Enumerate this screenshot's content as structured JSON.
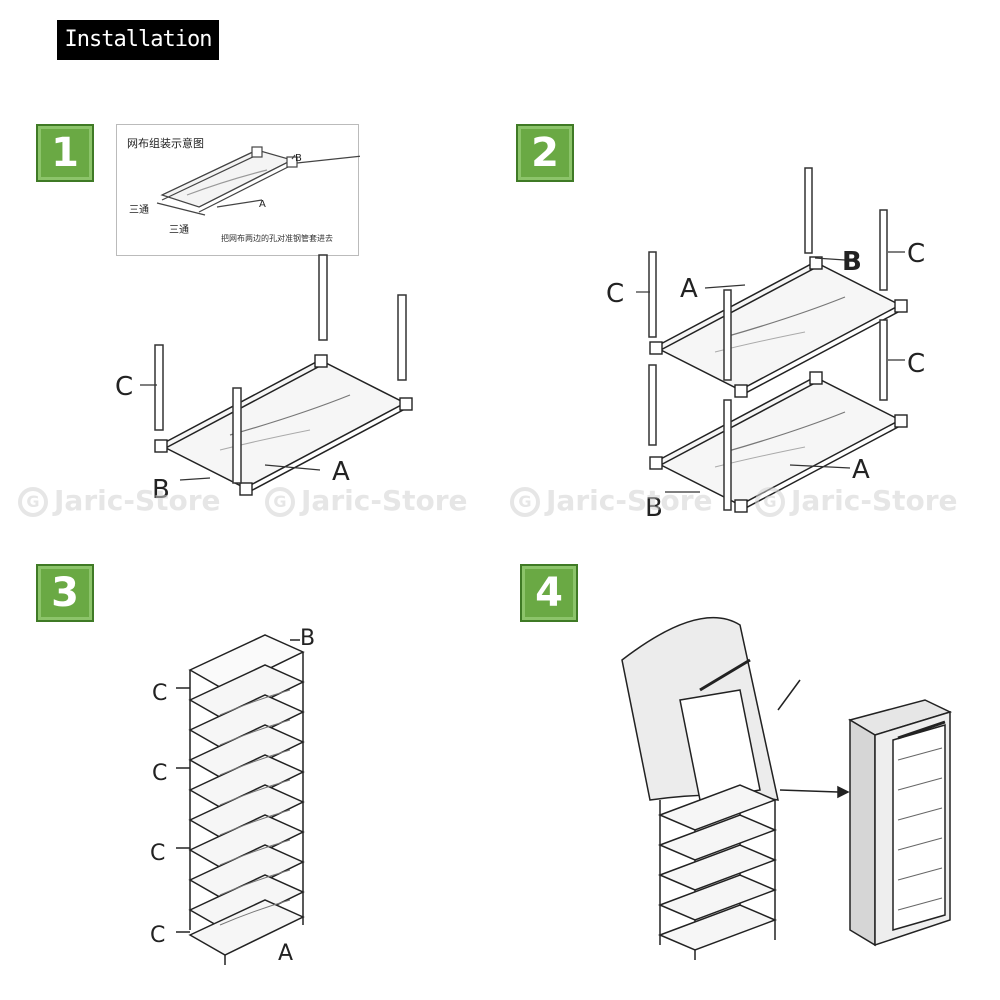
{
  "title": "Installation steps",
  "steps": [
    {
      "number": "1"
    },
    {
      "number": "2"
    },
    {
      "number": "3"
    },
    {
      "number": "4"
    }
  ],
  "inset": {
    "title": "网布组装示意图",
    "caption": "把网布两边的孔对准钢管套进去",
    "label_tee_1": "三通",
    "label_tee_2": "三通",
    "label_a": "A",
    "label_b": "B"
  },
  "labels": {
    "step1": {
      "c": "C",
      "a": "A",
      "b": "B"
    },
    "step2": {
      "c_left": "C",
      "a_left": "A",
      "b_top": "B",
      "c_right_top": "C",
      "c_right_mid": "C",
      "a_bottom": "A",
      "b_bottom": "B"
    },
    "step3": {
      "b": "B",
      "c1": "C",
      "c2": "C",
      "c3": "C",
      "c4": "C",
      "a": "A"
    }
  },
  "watermark": "Jaric-Store",
  "watermark_logo": "G"
}
